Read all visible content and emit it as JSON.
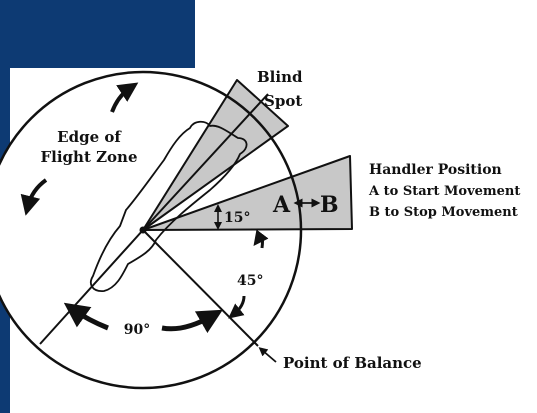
{
  "colors": {
    "navy": "#0d3a73",
    "wedge_fill": "#c8c8c8",
    "ink": "#111111",
    "background": "#ffffff"
  },
  "labels": {
    "blind_spot": [
      "Blind",
      "Spot"
    ],
    "edge_of_flight_zone": [
      "Edge of",
      "Flight Zone"
    ],
    "handler_position": [
      "Handler Position",
      "A to Start Movement",
      "B to Stop Movement"
    ],
    "point_a": "A",
    "point_b": "B",
    "angle_15": "15°",
    "angle_45": "45°",
    "angle_90": "90°",
    "point_of_balance": "Point of Balance"
  },
  "icons": {
    "double_arrow": "double-arrow-icon",
    "curved_arrows": "curved-arrow-icon",
    "pointer_arrow": "pointer-arrow-icon"
  }
}
